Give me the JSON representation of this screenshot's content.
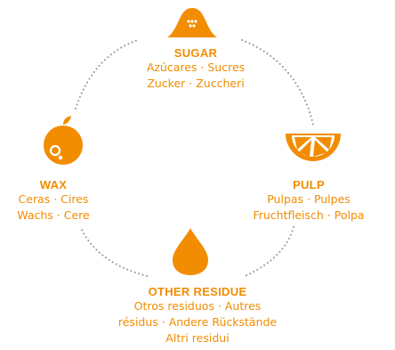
{
  "colors": {
    "accent": "#f28c00",
    "dots": "#9a9a9a"
  },
  "sugar": {
    "icon": "sugar-pile-icon",
    "title": "SUGAR",
    "lines": [
      "Azúcares · Sucres",
      "Zucker · Zuccheri"
    ]
  },
  "wax": {
    "icon": "orange-fruit-icon",
    "title": "WAX",
    "lines": [
      "Ceras · Cires",
      "Wachs · Cere"
    ]
  },
  "pulp": {
    "icon": "orange-slice-icon",
    "title": "PULP",
    "lines": [
      "Pulpas · Pulpes",
      "Fruchtfleisch · Polpa"
    ]
  },
  "residue": {
    "icon": "drop-icon",
    "title": "OTHER RESIDUE",
    "lines": [
      "Otros residuos · Autres",
      "résidus · Andere Rückstände",
      "Altri residui"
    ]
  }
}
